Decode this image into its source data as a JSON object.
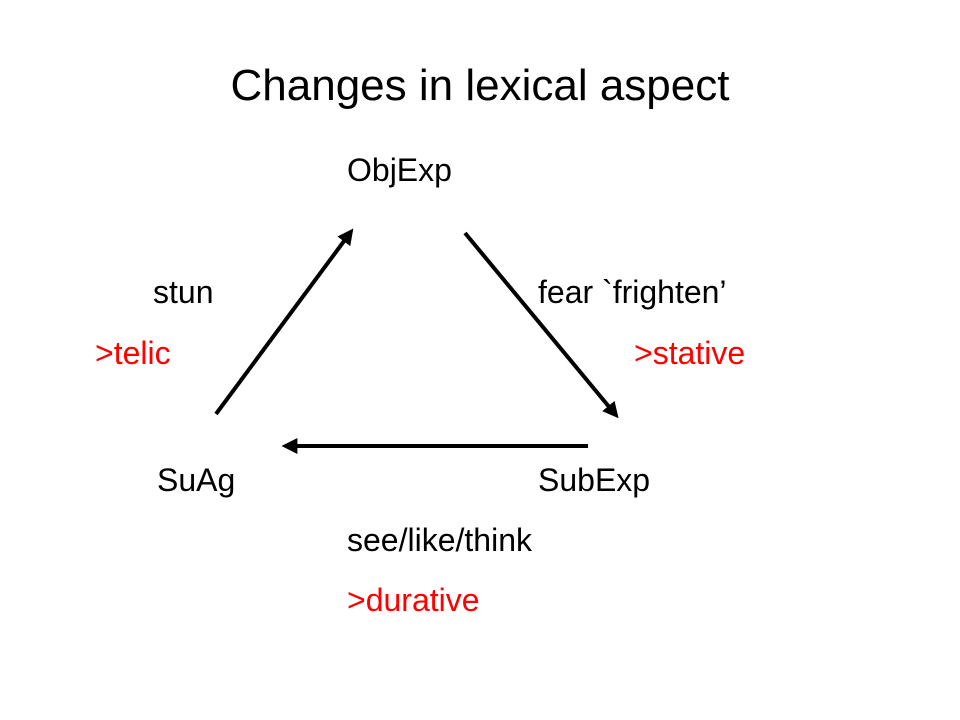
{
  "slide": {
    "title": "Changes in lexical aspect"
  },
  "nodes": {
    "top": "ObjExp",
    "bottom_left": "SuAg",
    "bottom_right": "SubExp"
  },
  "edges": {
    "left_verb": "stun",
    "left_feature": ">telic",
    "right_verb": "fear `frighten’",
    "right_feature": ">stative",
    "bottom_verbs": "see/like/think",
    "bottom_feature": ">durative"
  },
  "colors": {
    "text": "#000000",
    "feature": "#ff0000",
    "background": "#ffffff"
  }
}
